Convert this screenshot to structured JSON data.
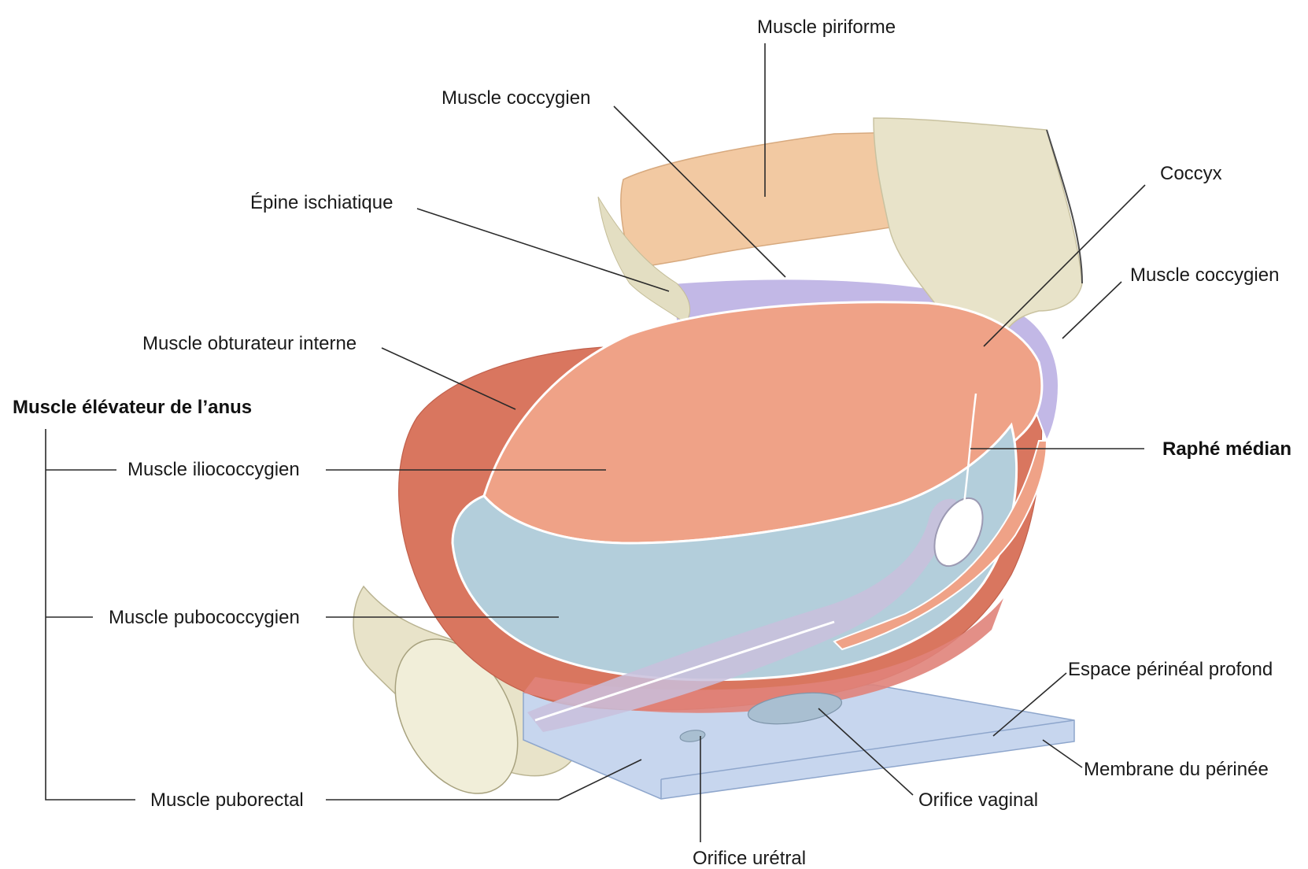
{
  "labels": {
    "piriforme": "Muscle piriforme",
    "coccygien_top": "Muscle coccygien",
    "coccyx": "Coccyx",
    "epine": "Épine ischiatique",
    "coccygien_right": "Muscle coccygien",
    "obturateur": "Muscle obturateur interne",
    "elevateur": "Muscle élévateur de l’anus",
    "iliococcygien": "Muscle iliococcygien",
    "raphe": "Raphé médian",
    "pubococcygien": "Muscle pubococcygien",
    "espace": "Espace périnéal profond",
    "membrane": "Membrane du périnée",
    "puborectal": "Muscle puborectal",
    "vaginal": "Orifice vaginal",
    "uretral": "Orifice urétral"
  },
  "colors": {
    "muscle_red": "#d9765f",
    "muscle_salmon": "#efa287",
    "muscle_blue": "#b3cedb",
    "coccygeus_purple": "#c2b8e6",
    "piriformis_tan": "#f2c9a2",
    "bone_cream": "#e8e3c9",
    "membrane_blue": "#c7d6ee"
  }
}
